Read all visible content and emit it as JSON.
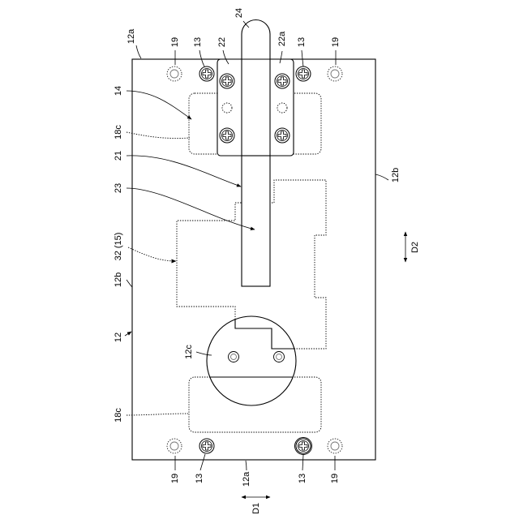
{
  "labels": {
    "top": [
      "12a",
      "19",
      "13",
      "22",
      "24",
      "22a",
      "13",
      "19"
    ],
    "left": [
      "14",
      "18c",
      "21",
      "23",
      "32 (15)",
      "12b",
      "12",
      "12c",
      "18c"
    ],
    "right": [
      "12b",
      "D2"
    ],
    "bottom": [
      "19",
      "13",
      "12a",
      "13",
      "19",
      "D1"
    ]
  }
}
